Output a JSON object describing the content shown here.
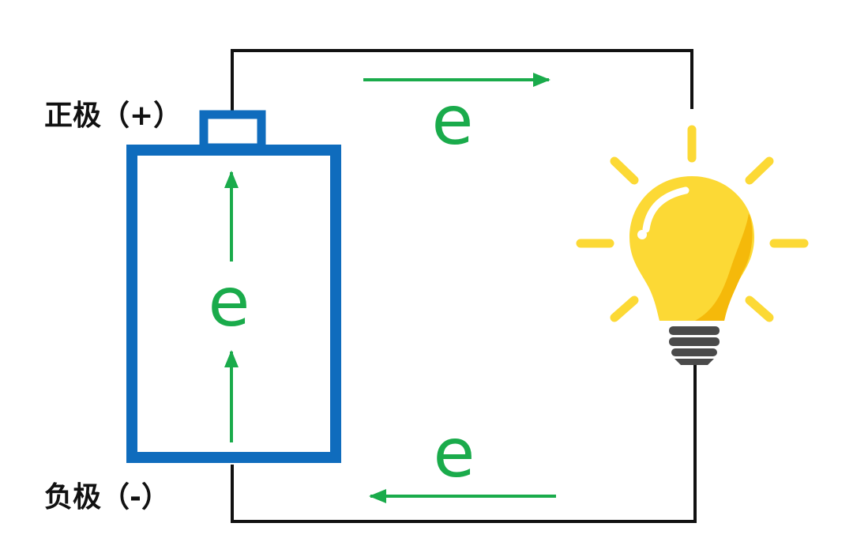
{
  "labels": {
    "positive": "正极（+）",
    "negative": "负极（-）"
  },
  "electron_symbol": "e",
  "colors": {
    "battery": "#0f6cbd",
    "arrow": "#1aab4b",
    "wire": "#111111",
    "bulb": "#fcd935",
    "bulb_shade": "#f5b90a",
    "base": "#4a4a4a"
  }
}
